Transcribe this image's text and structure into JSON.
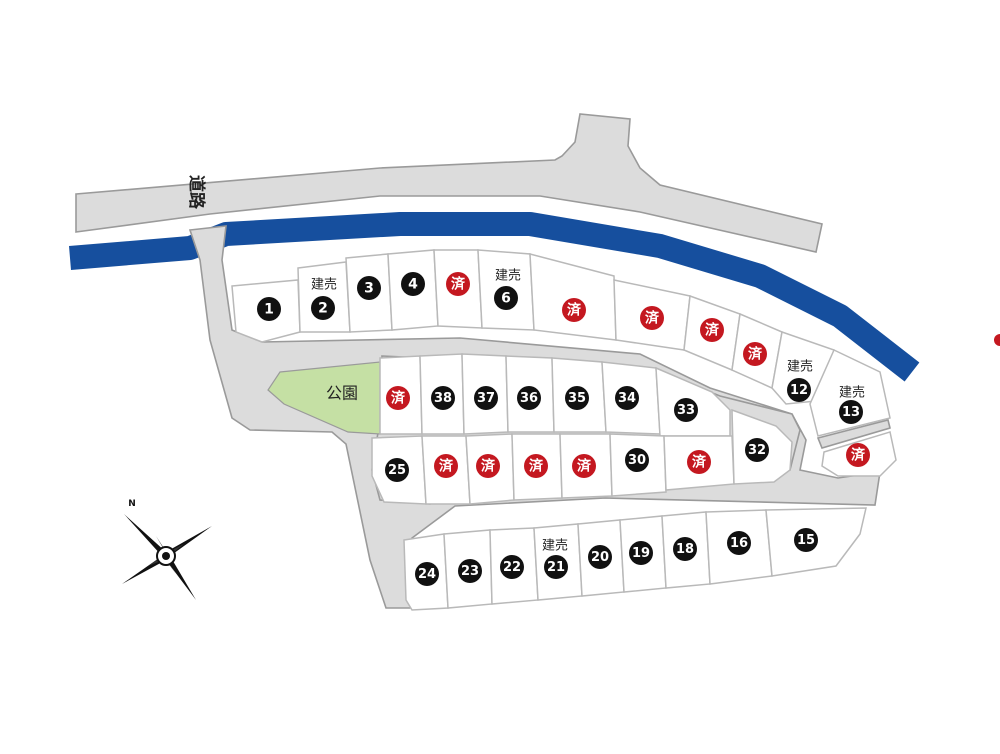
{
  "map": {
    "road_label": "道路",
    "park_label": "公園",
    "compass_north": "N",
    "colors": {
      "road": "#dcdcdc",
      "river": "#164f9e",
      "park": "#c5e0a4",
      "lot_number_badge": "#111111",
      "sold_badge": "#c41820"
    },
    "legend_terms": {
      "sold": "済",
      "built_for_sale": "建売"
    },
    "lots": [
      {
        "label": "1",
        "status": "available"
      },
      {
        "label": "2",
        "status": "available",
        "note": "建売"
      },
      {
        "label": "3",
        "status": "available"
      },
      {
        "label": "4",
        "status": "available"
      },
      {
        "label": "済",
        "status": "sold"
      },
      {
        "label": "6",
        "status": "available",
        "note": "建売"
      },
      {
        "label": "済",
        "status": "sold"
      },
      {
        "label": "済",
        "status": "sold"
      },
      {
        "label": "済",
        "status": "sold"
      },
      {
        "label": "済",
        "status": "sold"
      },
      {
        "label": "12",
        "status": "available",
        "note": "建売"
      },
      {
        "label": "13",
        "status": "available",
        "note": "建売"
      },
      {
        "label": "済",
        "status": "sold"
      },
      {
        "label": "済",
        "status": "sold"
      },
      {
        "label": "38",
        "status": "available"
      },
      {
        "label": "37",
        "status": "available"
      },
      {
        "label": "36",
        "status": "available"
      },
      {
        "label": "35",
        "status": "available"
      },
      {
        "label": "34",
        "status": "available"
      },
      {
        "label": "33",
        "status": "available"
      },
      {
        "label": "25",
        "status": "available"
      },
      {
        "label": "済",
        "status": "sold"
      },
      {
        "label": "済",
        "status": "sold"
      },
      {
        "label": "済",
        "status": "sold"
      },
      {
        "label": "済",
        "status": "sold"
      },
      {
        "label": "30",
        "status": "available"
      },
      {
        "label": "済",
        "status": "sold"
      },
      {
        "label": "32",
        "status": "available"
      },
      {
        "label": "24",
        "status": "available"
      },
      {
        "label": "23",
        "status": "available"
      },
      {
        "label": "22",
        "status": "available"
      },
      {
        "label": "21",
        "status": "available",
        "note": "建売"
      },
      {
        "label": "20",
        "status": "available"
      },
      {
        "label": "19",
        "status": "available"
      },
      {
        "label": "18",
        "status": "available"
      },
      {
        "label": "16",
        "status": "available"
      },
      {
        "label": "15",
        "status": "available"
      }
    ]
  }
}
